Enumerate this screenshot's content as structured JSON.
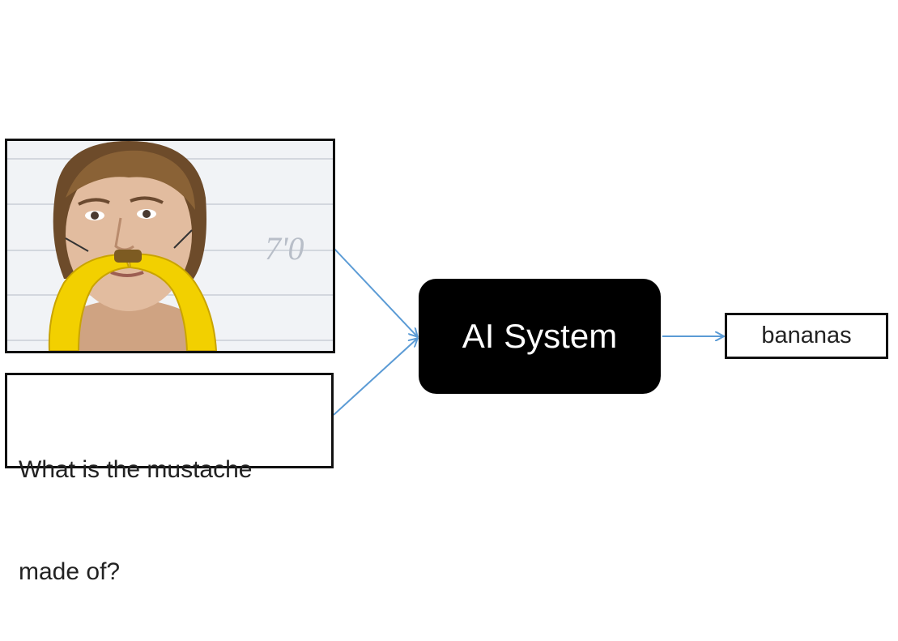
{
  "diagram": {
    "photo": {
      "wall_marking": "7'0"
    },
    "question": {
      "line1": "What is the mustache",
      "line2": "made of?"
    },
    "system": {
      "label": "AI System"
    },
    "answer": {
      "label": "bananas"
    },
    "colors": {
      "arrow": "#5b9bd5",
      "system_fill": "#000000",
      "banana": "#f2d000",
      "border": "#111111"
    }
  }
}
